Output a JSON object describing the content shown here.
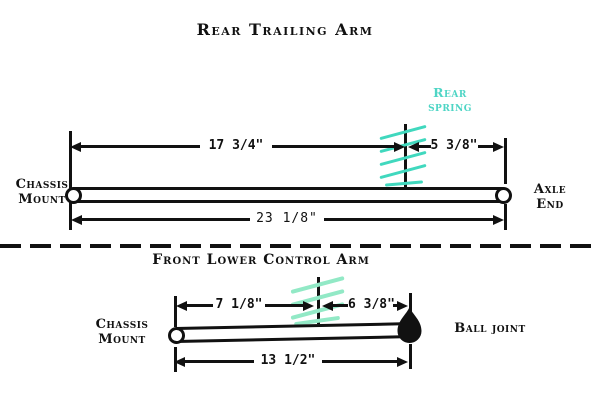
{
  "colors": {
    "ink": "#111111",
    "bg": "#ffffff",
    "spring_label": "#4ed5c5",
    "hatch_top": "#40d8be",
    "hatch_bottom": "#92e9c6"
  },
  "top": {
    "title": "Rear Trailing Arm",
    "chassis_label_1": "Chassis",
    "chassis_label_2": "Mount",
    "axle_label_1": "Axle",
    "axle_label_2": "End",
    "spring_label_1": "Rear",
    "spring_label_2": "spring",
    "dim_left": "17 3/4\"",
    "dim_right": "5 3/8\"",
    "dim_total": "23 1/8\""
  },
  "bottom": {
    "title": "Front Lower Control Arm",
    "chassis_label_1": "Chassis",
    "chassis_label_2": "Mount",
    "ball_joint_label": "Ball joint",
    "dim_left": "7 1/8\"",
    "dim_right": "6 3/8\"",
    "dim_total": "13 1/2\""
  }
}
